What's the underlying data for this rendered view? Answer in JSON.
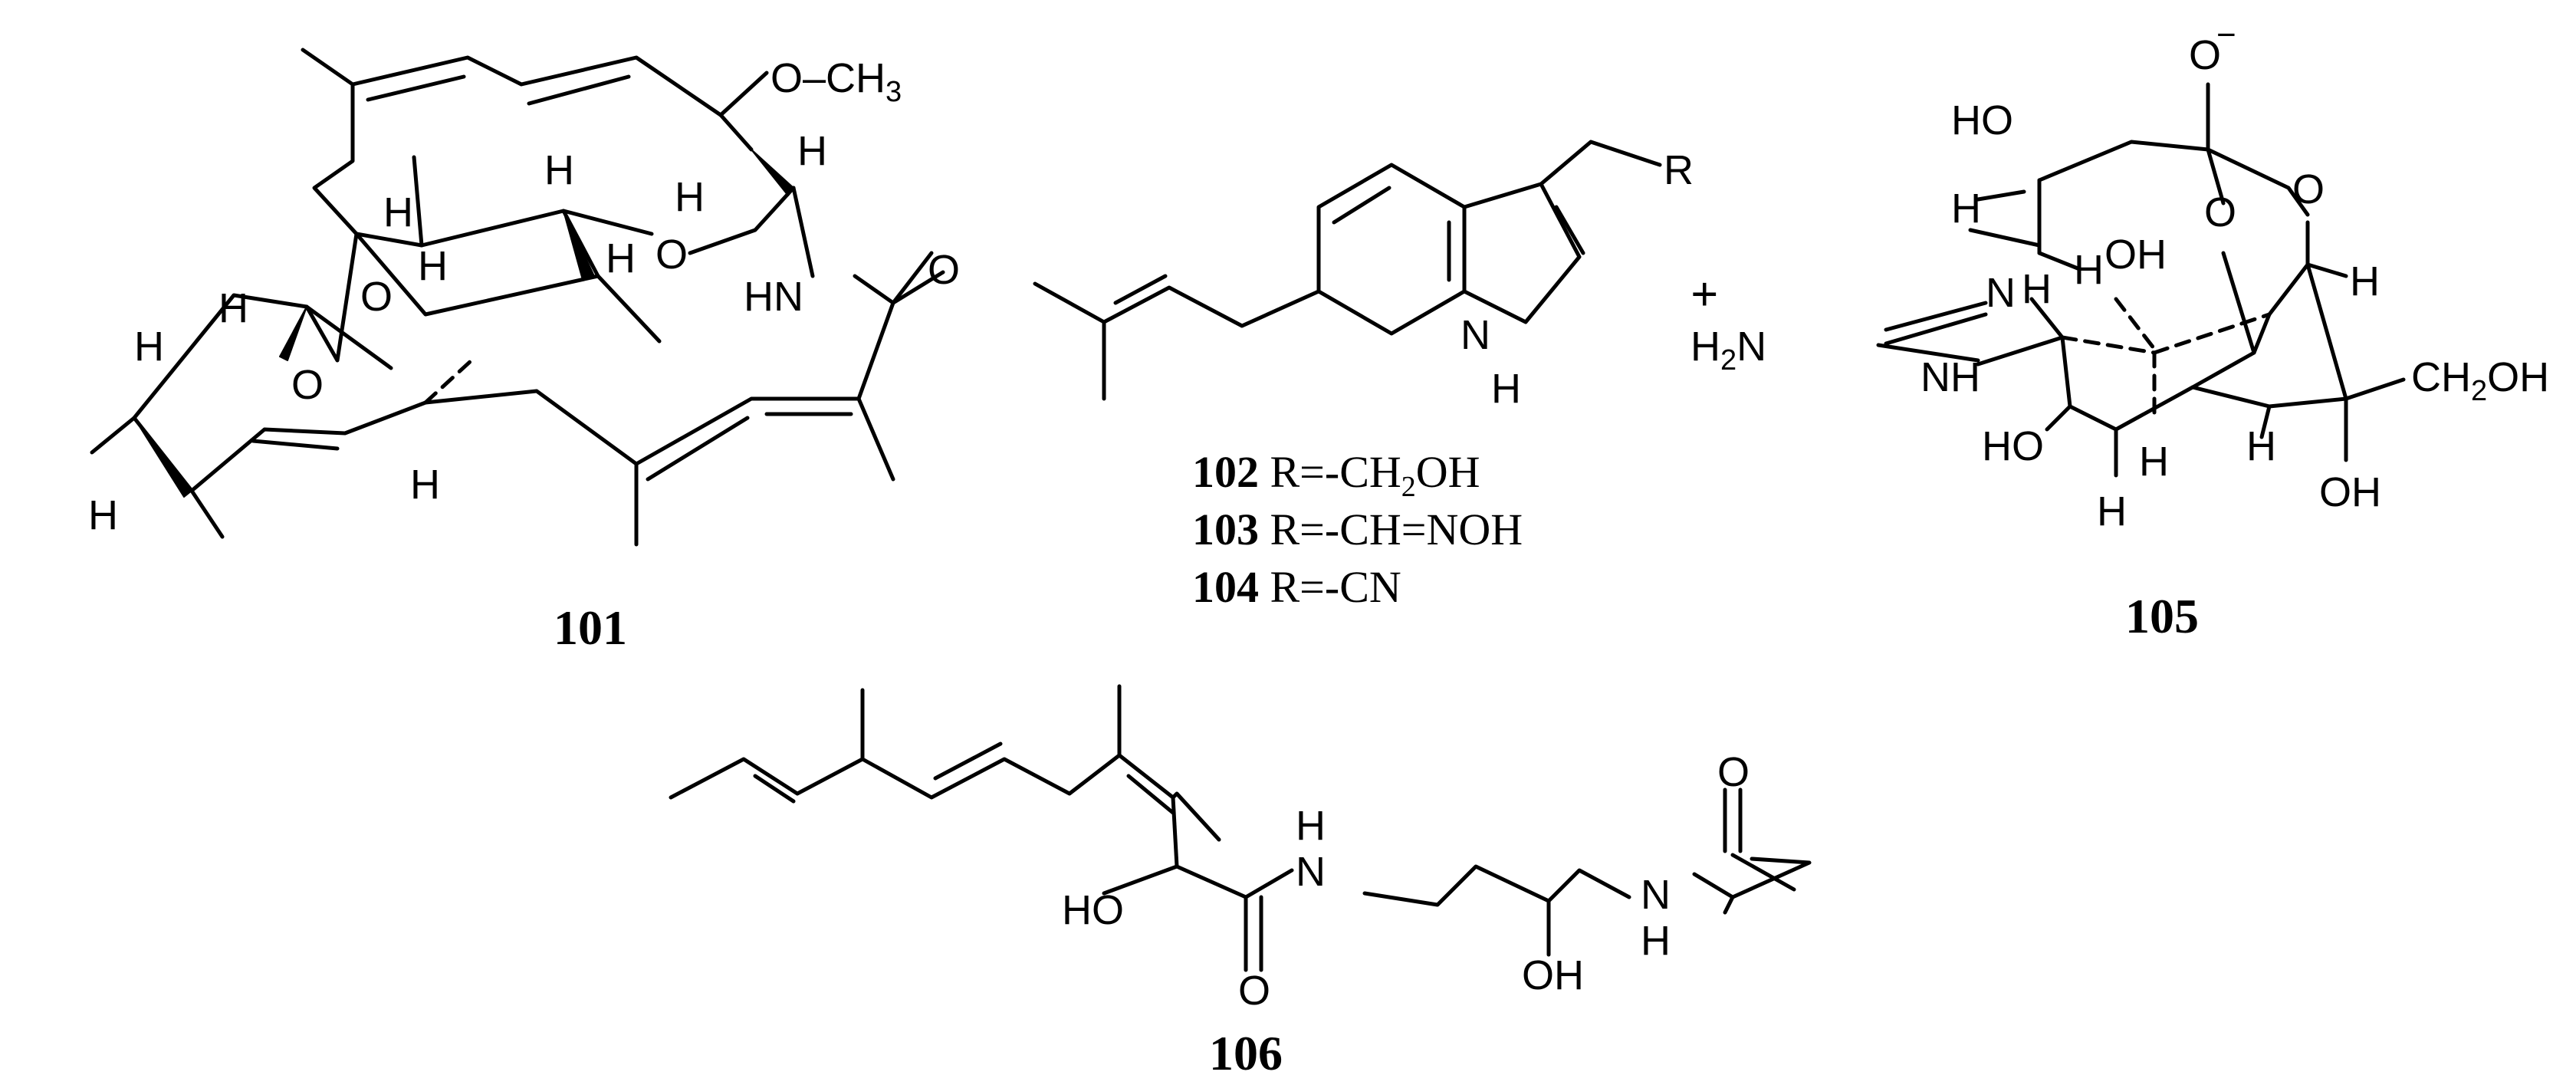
{
  "compounds": {
    "c101": {
      "number": "101"
    },
    "c102": {
      "number": "102",
      "r_label": "R=-CH",
      "r_sub": "2",
      "r_tail": "OH"
    },
    "c103": {
      "number": "103",
      "r_label": "R=-CH=NOH"
    },
    "c104": {
      "number": "104",
      "r_label": "R=-CN"
    },
    "c105": {
      "number": "105"
    },
    "c106": {
      "number": "106"
    }
  },
  "atoms": {
    "O": "O",
    "OCH3_main": "O–CH",
    "OCH3_sub": "3",
    "H": "H",
    "HN": "HN",
    "NH": "NH",
    "N": "N",
    "R": "R",
    "HO": "HO",
    "OH": "OH",
    "O_minus": "O",
    "minus": "−",
    "plus": "+",
    "H2N_a": "H",
    "H2N_sub": "2",
    "H2N_b": "N",
    "CH2OH_a": "CH",
    "CH2OH_sub": "2",
    "CH2OH_b": "OH"
  }
}
